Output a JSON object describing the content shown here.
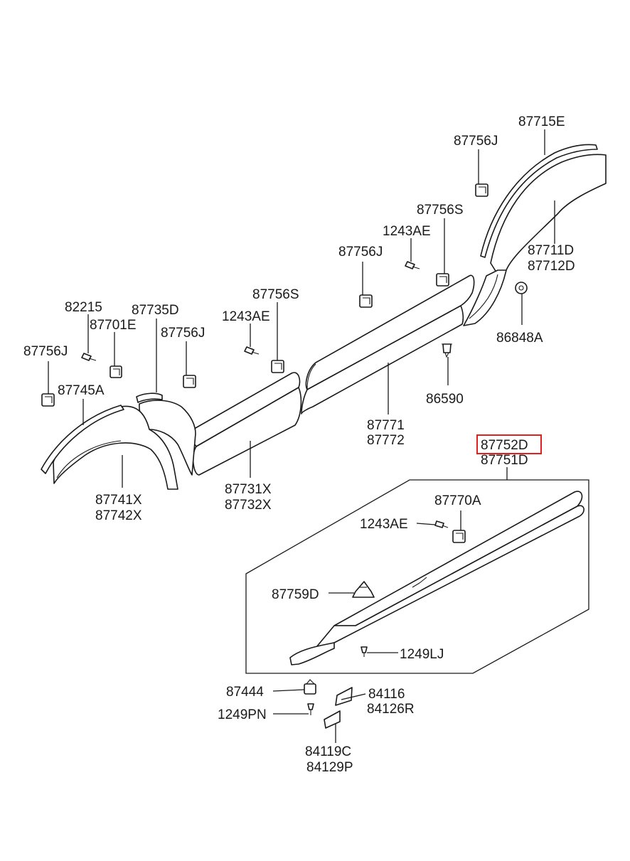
{
  "highlight_color": "#e0201c",
  "labels": {
    "p87715E": "87715E",
    "p87756J_a": "87756J",
    "p87756S_a": "87756S",
    "p1243AE_a": "1243AE",
    "p87756J_b": "87756J",
    "p87711D": "87711D",
    "p87712D": "87712D",
    "p87756S_b": "87756S",
    "p82215": "82215",
    "p87735D": "87735D",
    "p87701E": "87701E",
    "p1243AE_b": "1243AE",
    "p87756J_c": "87756J",
    "p87756J_d": "87756J",
    "p86848A": "86848A",
    "p87745A": "87745A",
    "p86590": "86590",
    "p87771": "87771",
    "p87772": "87772",
    "p87752D": "87752D",
    "p87751D": "87751D",
    "p87731X": "87731X",
    "p87732X": "87732X",
    "p87741X": "87741X",
    "p87742X": "87742X",
    "p87770A": "87770A",
    "p1243AE_c": "1243AE",
    "p87759D": "87759D",
    "p1249LJ": "1249LJ",
    "p87444": "87444",
    "p84116": "84116",
    "p84126R": "84126R",
    "p1249PN": "1249PN",
    "p84119C": "84119C",
    "p84129P": "84129P"
  }
}
